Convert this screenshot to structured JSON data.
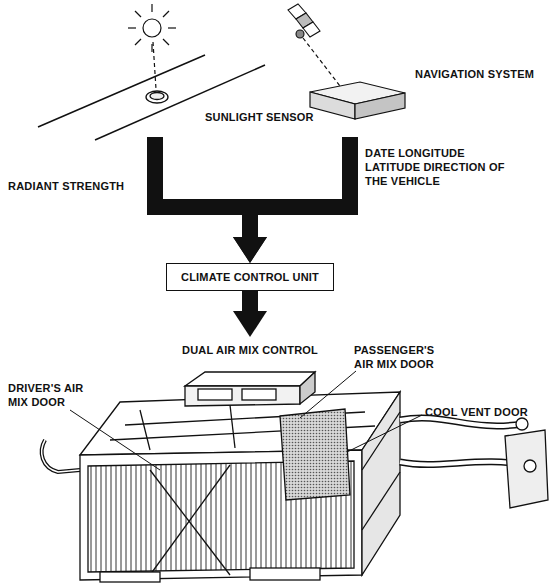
{
  "diagram": {
    "nodes": [
      {
        "text": [
          "SUNLIGHT SENSOR"
        ]
      },
      {
        "text": [
          "NAVIGATION SYSTEM"
        ]
      },
      {
        "text": [
          "CLIMATE CONTROL UNIT"
        ]
      },
      {
        "text": [
          "DUAL AIR MIX CONTROL"
        ]
      }
    ],
    "edges": [
      {
        "from": 0,
        "to": 2,
        "arrow": "to",
        "label": "RADIANT STRENGTH"
      },
      {
        "from": 1,
        "to": 2,
        "arrow": "to",
        "label": "DATE LONGITUDE LATITUDE DIRECTION OF THE VEHICLE"
      },
      {
        "from": 2,
        "to": 3,
        "arrow": "to"
      }
    ],
    "labels": [
      "DRIVER'S AIR MIX DOOR",
      "PASSENGER'S AIR MIX DOOR",
      "COOL VENT DOOR"
    ]
  }
}
